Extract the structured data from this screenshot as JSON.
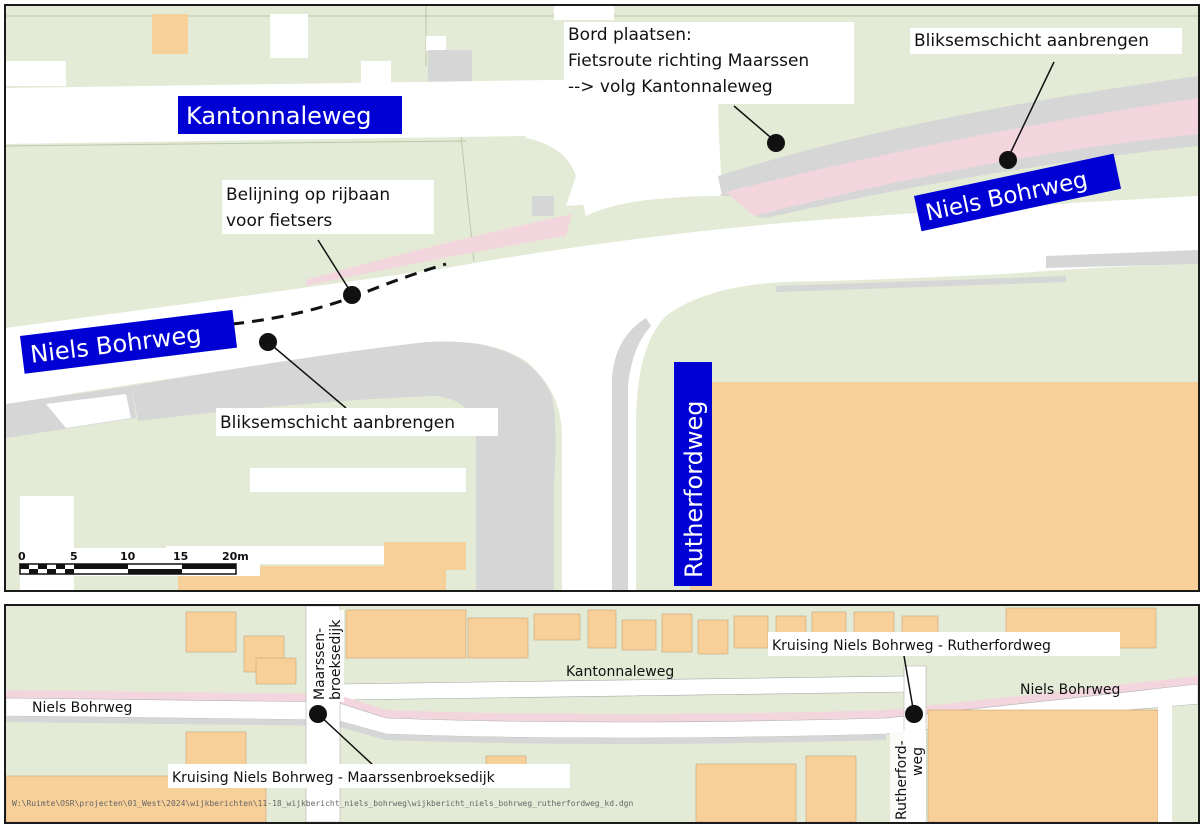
{
  "main_map": {
    "street_labels": {
      "kantonnaleweg": "Kantonnaleweg",
      "niels_bohrweg_left": "Niels Bohrweg",
      "niels_bohrweg_right": "Niels Bohrweg",
      "rutherfordweg": "Rutherfordweg"
    },
    "annotations": {
      "bord_line1": "Bord plaatsen:",
      "bord_line2": "Fietsroute richting Maarssen",
      "bord_line3": "--> volg Kantonnaleweg",
      "bliksem_right": "Bliksemschicht aanbrengen",
      "belijning_line1": "Belijning op rijbaan",
      "belijning_line2": "voor fietsers",
      "bliksem_left": "Bliksemschicht aanbrengen"
    },
    "scale_bar": {
      "tick_0": "0",
      "tick_5": "5",
      "tick_10": "10",
      "tick_15": "15",
      "tick_20": "20m"
    }
  },
  "overview_map": {
    "labels": {
      "maarssen_line1": "Maarssen-",
      "maarssen_line2": "broeksedijk",
      "kantonnaleweg": "Kantonnaleweg",
      "niels_bohrweg_left": "Niels Bohrweg",
      "niels_bohrweg_right": "Niels Bohrweg",
      "rutherford_line1": "Rutherford-",
      "rutherford_line2": "weg"
    },
    "annotations": {
      "kruising_rutherford": "Kruising Niels Bohrweg - Rutherfordweg",
      "kruising_maarssen": "Kruising Niels Bohrweg - Maarssenbroeksedijk"
    },
    "file_path": "W:\\Ruimte\\OSR\\projecten\\01_West\\2024\\wijkberichten\\11-18_wijkbericht_niels_bohrweg\\wijkbericht_niels_bohrweg_rutherfordweg_kd.dgn"
  },
  "colors": {
    "grass": "#e3ebd6",
    "road": "#ffffff",
    "sidewalk": "#d6d6d6",
    "cycle_path": "#f3d6dd",
    "building": "#f7cf99",
    "label_bg": "#0000d4",
    "label_text": "#ffffff"
  }
}
